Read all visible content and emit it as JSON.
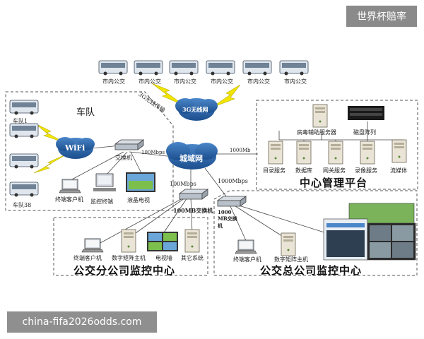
{
  "badge": "世界杯赔率",
  "watermark": "china-fifa2026odds.com",
  "buses_top": [
    "市内公交",
    "市内公交",
    "市内公交",
    "市内公交",
    "市内公交",
    "市内公交"
  ],
  "link_3g": "3G无线传输",
  "cloud_3g": "3G无线网",
  "fleet": {
    "title": "车队",
    "bus1": "车队1",
    "bus38": "车队38"
  },
  "wifi": "WiFi",
  "switch_fleet": "交换机",
  "link_100_a": "100Mbps",
  "fleet_devices": [
    "终端客户机",
    "监控终端",
    "液晶电视"
  ],
  "metro_cloud": "城域网",
  "link_1000_a": "1000Mb",
  "link_1000_b": "1000Mbps",
  "link_100_b": "100Mbps",
  "center": {
    "title": "中心管理平台",
    "servers_top": [
      "病毒辅助服务器",
      "磁盘阵列"
    ],
    "servers_bottom": [
      "目录服务",
      "数据库",
      "网关服务",
      "录像服务",
      "流媒体"
    ]
  },
  "branch": {
    "title": "公交分公司监控中心",
    "switch": "100MB交换机",
    "devices": [
      "终端客户机",
      "数字矩阵主机",
      "电视墙",
      "其它系统"
    ]
  },
  "hq": {
    "title": "公交总公司监控中心",
    "switch": "1000 MB交换机",
    "devices": [
      "终端客户机",
      "数字矩阵主机"
    ]
  }
}
